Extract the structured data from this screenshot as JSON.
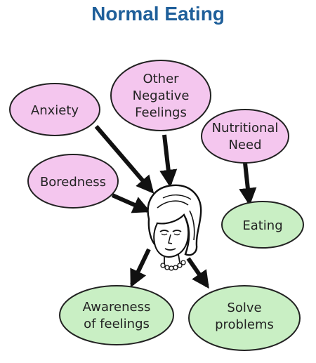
{
  "title": "Normal Eating",
  "colors": {
    "title": "#1f5f9a",
    "pink_fill": "#f4c6ee",
    "green_fill": "#c9efc4",
    "outline": "#222222",
    "arrow": "#111111"
  },
  "nodes": {
    "anxiety": {
      "lines": [
        "Anxiety"
      ],
      "color": "pink"
    },
    "other_negative_feelings": {
      "lines": [
        "Other",
        "Negative",
        "Feelings"
      ],
      "color": "pink"
    },
    "nutritional_need": {
      "lines": [
        "Nutritional",
        "Need"
      ],
      "color": "pink"
    },
    "boredness": {
      "lines": [
        "Boredness"
      ],
      "color": "pink"
    },
    "eating": {
      "lines": [
        "Eating"
      ],
      "color": "green"
    },
    "awareness_of_feelings": {
      "lines": [
        "Awareness",
        "of feelings"
      ],
      "color": "green"
    },
    "solve_problems": {
      "lines": [
        "Solve",
        "problems"
      ],
      "color": "green"
    }
  },
  "edges": [
    {
      "from": "anxiety",
      "to": "person"
    },
    {
      "from": "other_negative_feelings",
      "to": "person"
    },
    {
      "from": "boredness",
      "to": "person"
    },
    {
      "from": "nutritional_need",
      "to": "eating"
    },
    {
      "from": "person",
      "to": "awareness_of_feelings"
    },
    {
      "from": "person",
      "to": "solve_problems"
    }
  ],
  "center_icon": "woman-face-icon"
}
